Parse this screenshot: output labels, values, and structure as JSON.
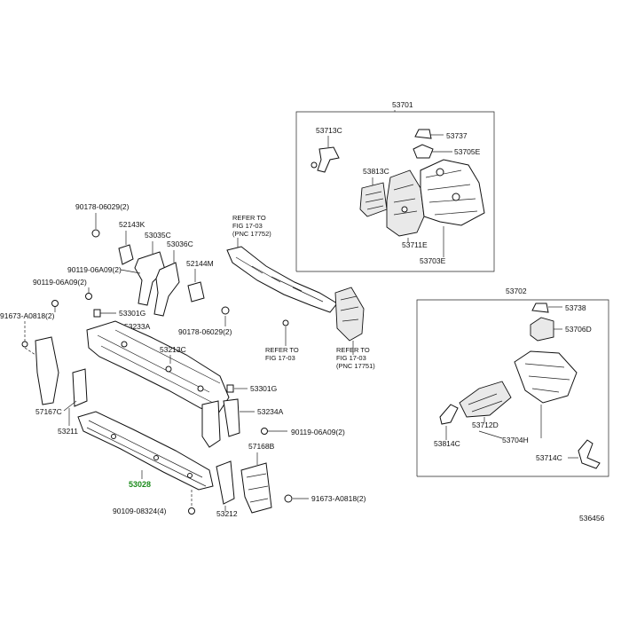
{
  "diagram": {
    "figure_code": "536456",
    "box_upper_label": "53701",
    "box_lower_label": "53702",
    "parts": {
      "p53713C": "53713C",
      "p53737": "53737",
      "p53705E": "53705E",
      "p53813C": "53813C",
      "p53711E": "53711E",
      "p53703E": "53703E",
      "p53738": "53738",
      "p53706D": "53706D",
      "p53814C": "53814C",
      "p53712D": "53712D",
      "p53704H": "53704H",
      "p53714C": "53714C",
      "p90178a": "90178-06029(2)",
      "p52143K": "52143K",
      "p53035C": "53035C",
      "p53036C": "53036C",
      "p52144M": "52144M",
      "p90119a": "90119-06A09(2)",
      "p90119b": "90119-06A09(2)",
      "p91673a": "91673-A0818(2)",
      "p53301Ga": "53301G",
      "p53233A": "53233A",
      "p90178b": "90178-06029(2)",
      "p53213C": "53213C",
      "p53301Gb": "53301G",
      "p53234A": "53234A",
      "p90119c": "90119-06A09(2)",
      "p57167C": "57167C",
      "p53211": "53211",
      "p57168B": "57168B",
      "p53028": "53028",
      "p91673b": "91673-A0818(2)",
      "p90109": "90109-08324(4)",
      "p53212": "53212"
    },
    "refer1": {
      "l1": "REFER TO",
      "l2": "FIG 17-03",
      "l3": "(PNC 17752)"
    },
    "refer2": {
      "l1": "REFER TO",
      "l2": "FIG 17-03"
    },
    "refer3": {
      "l1": "REFER TO",
      "l2": "FIG 17-03",
      "l3": "(PNC 17751)"
    },
    "highlight_color": "#1a8a1a"
  }
}
